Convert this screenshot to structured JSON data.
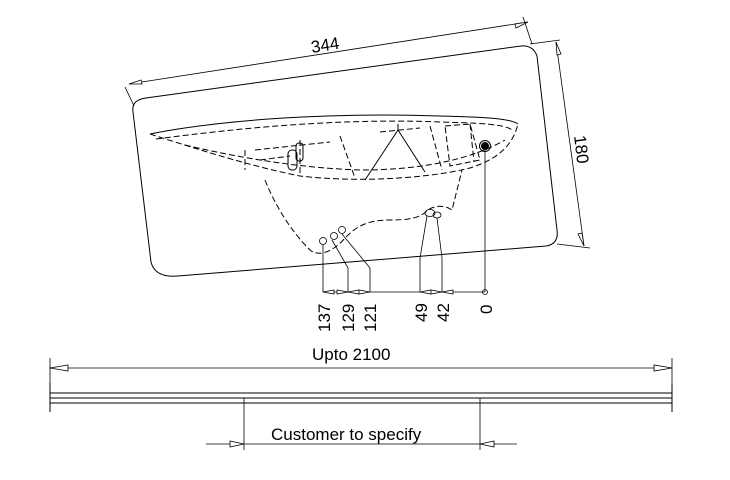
{
  "dimensions": {
    "length": "344",
    "depth": "180",
    "offsets": [
      "137",
      "129",
      "121",
      "49",
      "42",
      "0"
    ],
    "overall": "Upto 2100",
    "custom": "Customer to specify"
  }
}
